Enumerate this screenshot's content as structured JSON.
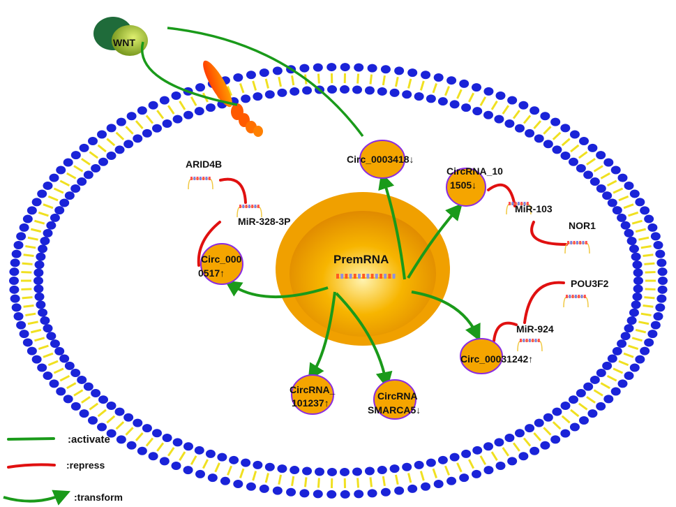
{
  "wnt": "WNT",
  "nucleus": "PremRNA",
  "nodes": {
    "circ_0003418": "Circ_0003418↓",
    "circrna_101505_a": "CircRNA_10",
    "circrna_101505_b": "1505↓",
    "circ_0000517_a": "Circ_000",
    "circ_0000517_b": "0517↑",
    "circ_00031242": "Circ_00031242↑",
    "circrna_101237_a": "CircRNA_",
    "circrna_101237_b": "101237↑",
    "circrna_smarca5_a": "CircRNA",
    "circrna_smarca5_b": "SMARCA5↓"
  },
  "genes": {
    "arid4b": "ARID4B",
    "mir328": "MiR-328-3P",
    "mir103": "MiR-103",
    "nor1": "NOR1",
    "pou3f2": "POU3F2",
    "mir924": "MiR-924"
  },
  "legend": {
    "activate": ":activate",
    "repress": ":repress",
    "transform": ":transform"
  },
  "colors": {
    "activate": "#1a9a1a",
    "repress": "#e01010",
    "membrane_head": "#1a23d8",
    "membrane_tail": "#f0e020",
    "circ_fill": "#f5a500",
    "circ_border": "#8a2be2"
  }
}
